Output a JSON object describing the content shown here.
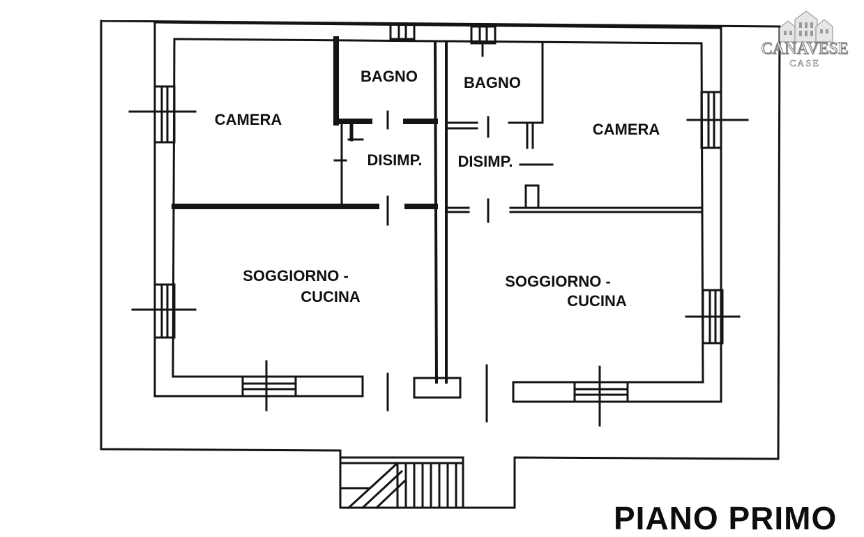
{
  "rooms": {
    "left_camera": "CAMERA",
    "left_bagno": "BAGNO",
    "left_disimp": "DISIMP.",
    "left_soggiorno_line1": "SOGGIORNO -",
    "left_soggiorno_line2": "CUCINA",
    "right_bagno": "BAGNO",
    "right_camera": "CAMERA",
    "right_disimp": "DISIMP.",
    "right_soggiorno_line1": "SOGGIORNO -",
    "right_soggiorno_line2": "CUCINA"
  },
  "floor_title": "PIANO PRIMO",
  "watermark": {
    "brand": "CANAVESE",
    "sub": "CASE",
    "icon": "houses-icon"
  },
  "colors": {
    "ink": "#111111",
    "background": "#ffffff"
  }
}
